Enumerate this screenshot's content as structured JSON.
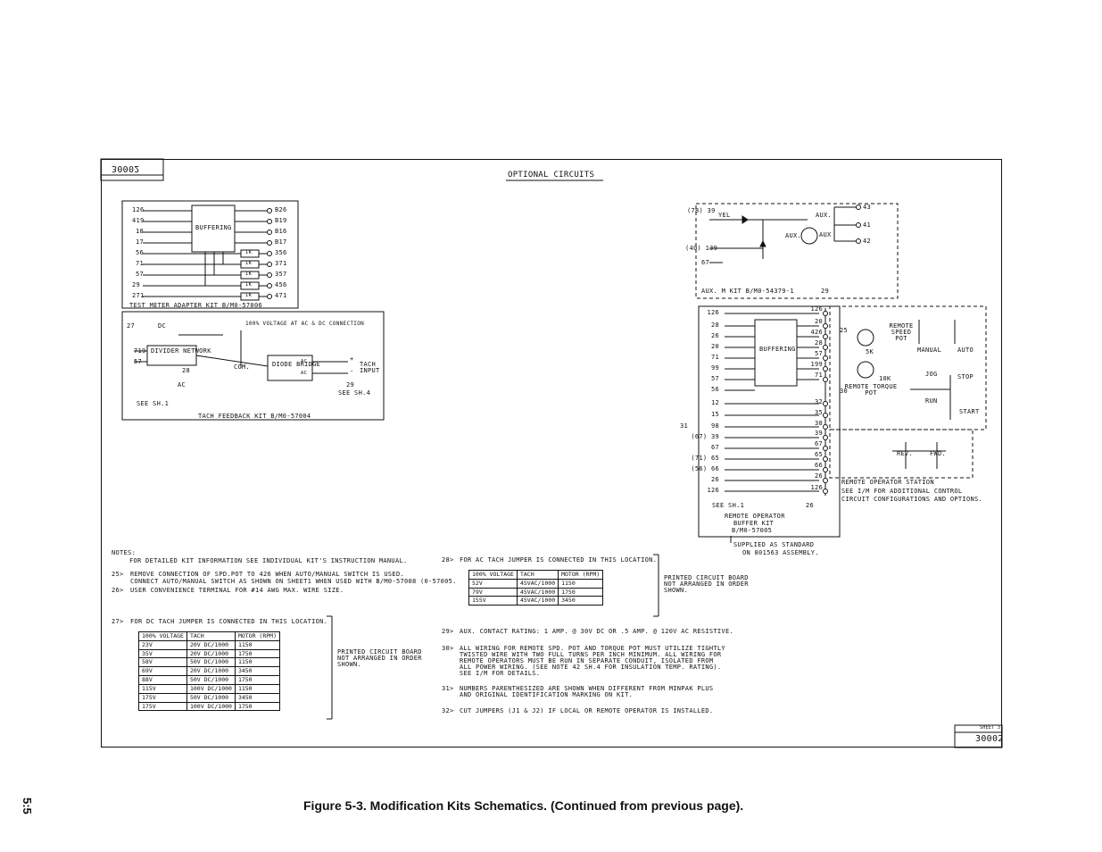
{
  "page_number": "5:5",
  "caption": "Figure 5-3. Modification Kits Schematics. (Continued from previous page).",
  "sheet": {
    "title": "OPTIONAL CIRCUITS",
    "drawing_number_top": "30002",
    "drawing_number_bottom": "30002",
    "sheet_label": "SHEET 3"
  },
  "test_meter_kit": {
    "label": "TEST METER ADAPTER KIT B/M0-57006",
    "block": "BUFFERING",
    "inputs": [
      "126",
      "419",
      "18",
      "17",
      "56",
      "71",
      "57",
      "29",
      "271"
    ],
    "outputs": [
      "B26",
      "B19",
      "B16",
      "B17",
      "356",
      "371",
      "357",
      "456",
      "471"
    ],
    "resistor": "IK"
  },
  "tach_feedback_kit": {
    "label": "TACH FEEDBACK KIT B/M0-57004",
    "note_voltage": "100% VOLTAGE AT AC & DC CONNECTION",
    "dc_label": "DC",
    "ac_label": "AC",
    "divider": "DIVIDER NETWORK",
    "diode_bridge": "DIODE BRIDGE",
    "com": "COM.",
    "tach_input": "TACH INPUT",
    "see_sh4": "SEE SH.4",
    "see_sh1": "SEE SH.1",
    "inputs": [
      "719",
      "57"
    ],
    "ref27": "27",
    "ref28": "28",
    "ref29": "29",
    "plus": "+",
    "minus": "-"
  },
  "aux_kit": {
    "label": "AUX. M KIT B/M0-54379-1",
    "ref": "29",
    "inputs": [
      "(78) 39",
      "(40) 139",
      "67"
    ],
    "yel": "YEL",
    "aux": "AUX.",
    "aux_m": "AUX.",
    "aux_m2": "AUX",
    "outputs": [
      "43",
      "41",
      "42"
    ]
  },
  "remote_kit": {
    "label1": "REMOTE OPERATOR",
    "label2": "BUFFER KIT",
    "label3": "B/M0-57005",
    "block": "BUFFERING",
    "left_terms": [
      "126",
      "28",
      "26",
      "20",
      "71",
      "99",
      "57",
      "56",
      "12",
      "15",
      "98",
      "(67) 39",
      "67",
      "(71) 65",
      "(56) 66",
      "26",
      "126"
    ],
    "right_terms": [
      "126",
      "20",
      "426",
      "28",
      "57",
      "199",
      "71",
      "32",
      "35",
      "38",
      "39",
      "67",
      "65",
      "66",
      "26",
      "126"
    ],
    "remote_speed_pot": "REMOTE SPEED POT",
    "remote_torque_pot": "REMOTE TORQUE POT",
    "manual": "MANUAL",
    "auto": "AUTO",
    "jog": "JOG",
    "run": "RUN",
    "stop": "STOP",
    "start": "START",
    "rev": "REV.",
    "fwd": "FWD.",
    "pot5k": "5K",
    "pot10k": "10K",
    "station": "REMOTE OPERATOR STATION",
    "see_im": "SEE I/M FOR ADDITIONAL CONTROL CIRCUIT CONFIGURATIONS AND OPTIONS.",
    "see_sh1": "SEE SH.1",
    "supplied1": "SUPPLIED AS STANDARD",
    "supplied2": "ON 801563 ASSEMBLY.",
    "ref25": "25",
    "ref30": "30",
    "ref31": "31",
    "ref26": "26"
  },
  "notes": {
    "heading": "NOTES:",
    "n0": "FOR DETAILED KIT INFORMATION SEE INDIVIDUAL KIT'S INSTRUCTION MANUAL.",
    "n25a": "REMOVE CONNECTION OF SPD.POT TO 426 WHEN AUTO/MANUAL SWITCH IS USED.",
    "n25b": "CONNECT AUTO/MANUAL SWITCH AS SHOWN ON SHEET1 WHEN USED WITH B/M0-57008 (0-57005.",
    "n26": "USER CONVENIENCE TERMINAL FOR #14 AWG MAX. WIRE SIZE.",
    "n27": "FOR DC TACH JUMPER IS CONNECTED IN THIS LOCATION.",
    "n28": "FOR AC TACH JUMPER IS CONNECTED IN THIS LOCATION.",
    "n29": "AUX. CONTACT RATING: 1 AMP. @ 30V DC OR .5 AMP. @ 120V AC RESISTIVE.",
    "n30a": "ALL WIRING FOR REMOTE SPD. POT AND TORQUE POT MUST UTILIZE TIGHTLY",
    "n30b": "TWISTED WIRE WITH TWO FULL TURNS PER INCH MINIMUM. ALL WIRING FOR",
    "n30c": "REMOTE OPERATORS MUST BE RUN IN SEPARATE CONDUIT, ISOLATED FROM",
    "n30d": "ALL POWER WIRING. (SEE NOTE 42 SH.4 FOR INSULATION TEMP. RATING).",
    "n30e": "SEE I/M FOR DETAILS.",
    "n31a": "NUMBERS PARENTHESIZED ARE SHOWN WHEN DIFFERENT FROM MINPAK PLUS",
    "n31b": "AND ORIGINAL IDENTIFICATION MARKING ON KIT.",
    "n32": "CUT JUMPERS (J1 & J2) IF LOCAL OR REMOTE OPERATOR IS INSTALLED.",
    "pcb1": "PRINTED CIRCUIT BOARD",
    "pcb2": "NOT ARRANGED IN ORDER",
    "pcb3": "SHOWN."
  },
  "dc_table": {
    "headers": [
      "100% VOLTAGE",
      "TACH",
      "MOTOR (RPM)"
    ],
    "rows": [
      [
        "23V",
        "20V DC/1000",
        "1150"
      ],
      [
        "35V",
        "20V DC/1000",
        "1750"
      ],
      [
        "58V",
        "50V DC/1000",
        "1150"
      ],
      [
        "69V",
        "20V DC/1000",
        "3450"
      ],
      [
        "88V",
        "50V DC/1000",
        "1750"
      ],
      [
        "115V",
        "100V DC/1000",
        "1150"
      ],
      [
        "175V",
        "50V DC/1000",
        "3450"
      ],
      [
        "175V",
        "100V DC/1000",
        "1750"
      ]
    ]
  },
  "ac_table": {
    "headers": [
      "100% VOLTAGE",
      "TACH",
      "MOTOR (RPM)"
    ],
    "rows": [
      [
        "52V",
        "45VAC/1000",
        "1150"
      ],
      [
        "79V",
        "45VAC/1000",
        "1750"
      ],
      [
        "155V",
        "45VAC/1000",
        "3450"
      ]
    ]
  }
}
